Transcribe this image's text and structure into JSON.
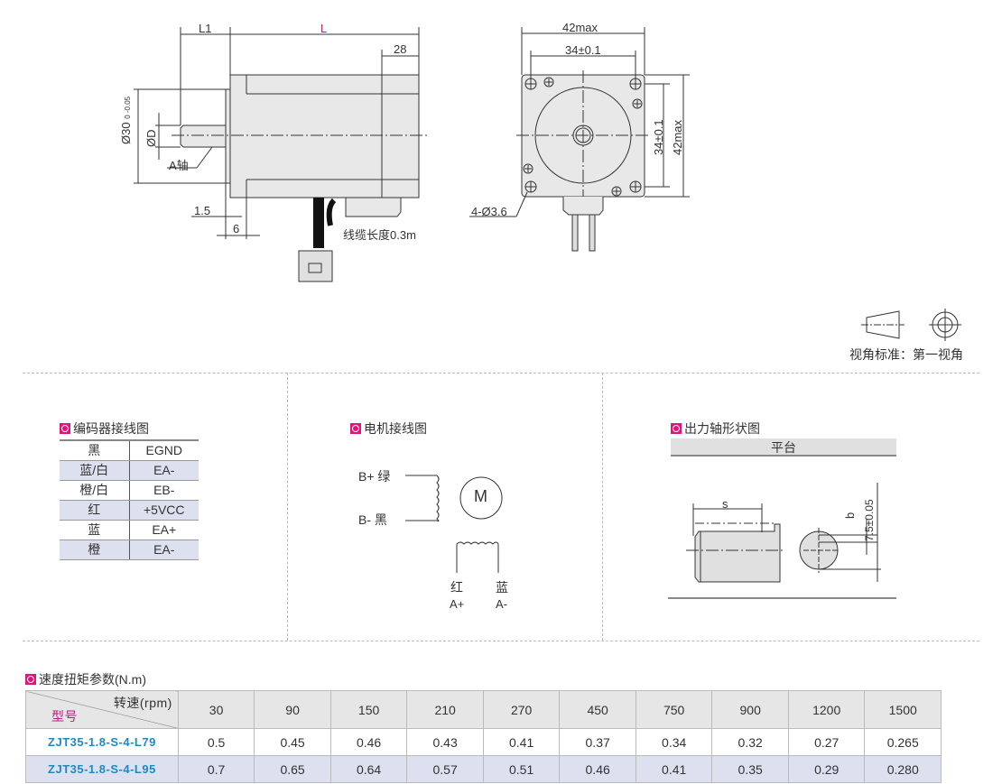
{
  "side_view": {
    "l1": "L1",
    "l": "L",
    "d28": "28",
    "d30": "Ø30",
    "d30_tol": "0 -0.05",
    "dd": "ØD",
    "shaft": "A轴",
    "d15": "1.5",
    "d6": "6",
    "cable": "线缆长度0.3m"
  },
  "front_view": {
    "w42": "42max",
    "w34": "34±0.1",
    "h34": "34±0.1",
    "h42": "42max",
    "holes": "4-Ø3.6"
  },
  "view_standard": {
    "label": "视角标准：第一视角"
  },
  "encoder": {
    "title": "编码器接线图",
    "rows": [
      [
        "黑",
        "EGND"
      ],
      [
        "蓝/白",
        "EA-"
      ],
      [
        "橙/白",
        "EB-"
      ],
      [
        "红",
        "+5VCC"
      ],
      [
        "蓝",
        "EA+"
      ],
      [
        "橙",
        "EA-"
      ]
    ]
  },
  "motor_wiring": {
    "title": "电机接线图",
    "b_plus": "B+ 绿",
    "b_minus": "B-  黑",
    "motor": "M",
    "red": "红",
    "blue": "蓝",
    "a_plus": "A+",
    "a_minus": "A-"
  },
  "shaft_shape": {
    "title": "出力轴形状图",
    "type": "平台",
    "s": "s",
    "b": "b",
    "dim": "7.5±0.05"
  },
  "speed_torque": {
    "title": "速度扭矩参数(N.m)",
    "corner_speed": "转速(rpm)",
    "corner_model": "型号",
    "speeds": [
      "30",
      "90",
      "150",
      "210",
      "270",
      "450",
      "750",
      "900",
      "1200",
      "1500"
    ],
    "rows": [
      {
        "model": "ZJT35-1.8-S-4-L79",
        "values": [
          "0.5",
          "0.45",
          "0.46",
          "0.43",
          "0.41",
          "0.37",
          "0.34",
          "0.32",
          "0.27",
          "0.265"
        ]
      },
      {
        "model": "ZJT35-1.8-S-4-L95",
        "values": [
          "0.7",
          "0.65",
          "0.64",
          "0.57",
          "0.51",
          "0.46",
          "0.41",
          "0.35",
          "0.29",
          "0.280"
        ]
      }
    ]
  },
  "colors": {
    "accent": "#e0157a",
    "model": "#1d8ac6",
    "row_alt": "#dde0ef"
  }
}
